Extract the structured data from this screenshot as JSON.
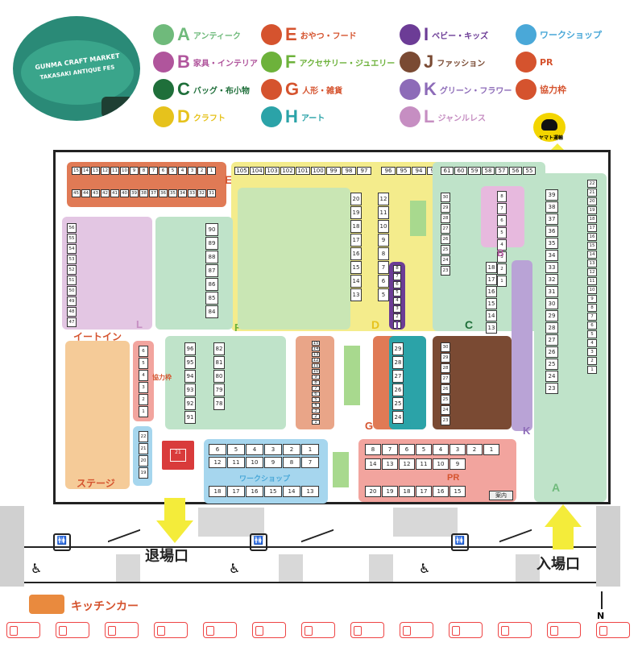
{
  "event_logo": {
    "line1": "GUNMA CRAFT MARKET",
    "line2": "TAKASAKI ANTIQUE FES"
  },
  "legend": [
    {
      "letter": "A",
      "label": "アンティーク",
      "color": "#6fba7b"
    },
    {
      "letter": "B",
      "label": "家具・インテリア",
      "color": "#b0559c"
    },
    {
      "letter": "C",
      "label": "バッグ・布小物",
      "color": "#1f6f3a"
    },
    {
      "letter": "D",
      "label": "クラフト",
      "color": "#e6c21c"
    },
    {
      "letter": "E",
      "label": "おやつ・フード",
      "color": "#d5532e"
    },
    {
      "letter": "F",
      "label": "アクセサリー・ジュエリー",
      "color": "#6db23b"
    },
    {
      "letter": "G",
      "label": "人形・雑貨",
      "color": "#d5532e"
    },
    {
      "letter": "H",
      "label": "アート",
      "color": "#2ba3a8"
    },
    {
      "letter": "I",
      "label": "ベビー・キッズ",
      "color": "#6c3c96"
    },
    {
      "letter": "J",
      "label": "ファッション",
      "color": "#7a4a33"
    },
    {
      "letter": "K",
      "label": "グリーン・フラワー",
      "color": "#8d6bb8"
    },
    {
      "letter": "L",
      "label": "ジャンルレス",
      "color": "#c68ec2"
    }
  ],
  "legend_extra": [
    {
      "label": "ワークショップ",
      "color": "#4aa8d8",
      "icon": "puzzle-icon"
    },
    {
      "label": "PR",
      "color": "#d5532e",
      "icon": "megaphone-icon"
    },
    {
      "label": "協力枠",
      "color": "#d5532e",
      "icon": "balloon-icon"
    }
  ],
  "yamato_label": "ヤマト運輸",
  "zones": {
    "eat_in": "イートイン",
    "stage": "ステージ",
    "kyouryoku": "協力枠",
    "workshop": "ワークショップ",
    "pr": "PR",
    "info": "案内",
    "exit": "退場口",
    "entrance": "入場口",
    "kitchen_car": "キッチンカー",
    "north": "N"
  },
  "booth_letters": {
    "A": "A",
    "B": "B",
    "C": "C",
    "D": "D",
    "E": "E",
    "F": "F",
    "G": "G",
    "H": "H",
    "I": "I",
    "J": "J",
    "K": "K",
    "L": "L"
  },
  "colors": {
    "A": "#bfe3c9",
    "B": "#e7b9de",
    "C": "#1f6f3a",
    "D": "#f4ec8c",
    "E": "#e07a55",
    "F": "#8dc66b",
    "H": "#2ba3a8",
    "I": "#6c3c96",
    "J": "#7a4a33",
    "K": "#b9a3d6",
    "L": "#e3c6e3",
    "workshop": "#a6d6ee",
    "pr": "#f2a49e",
    "stage": "#f5cb98"
  },
  "stalls": {
    "E_top": [
      "15",
      "14",
      "13",
      "12",
      "11",
      "10",
      "9",
      "8",
      "7",
      "6",
      "5",
      "4",
      "3",
      "2",
      "1"
    ],
    "E_bottom": [
      "45",
      "44",
      "43",
      "42",
      "41",
      "40",
      "39",
      "38",
      "37",
      "36",
      "35",
      "34",
      "33",
      "32",
      "31"
    ],
    "D_top": [
      "105",
      "104",
      "103",
      "102",
      "101",
      "100",
      "99",
      "98",
      "97"
    ],
    "D_top2": [
      "96",
      "95",
      "94",
      "93"
    ],
    "C_top": [
      "61",
      "60",
      "59",
      "58",
      "57",
      "56",
      "55"
    ],
    "A_right": [
      "22",
      "21",
      "20",
      "19",
      "18",
      "17",
      "16",
      "15",
      "14",
      "13",
      "12",
      "11",
      "10",
      "9",
      "8",
      "7",
      "6",
      "5",
      "4",
      "3",
      "2",
      "1"
    ],
    "A_left": [
      "39",
      "38",
      "37",
      "36",
      "35",
      "34",
      "33",
      "32",
      "31",
      "30",
      "29",
      "28",
      "27",
      "26",
      "25",
      "24",
      "23"
    ],
    "workshop_row1": [
      "6",
      "5",
      "4",
      "3",
      "2",
      "1"
    ],
    "workshop_row2": [
      "12",
      "11",
      "10",
      "9",
      "8",
      "7"
    ],
    "workshop_row3": [
      "18",
      "17",
      "16",
      "15",
      "14",
      "13"
    ],
    "pr_row1": [
      "8",
      "7",
      "6",
      "5",
      "4",
      "3",
      "2",
      "1"
    ],
    "pr_row2": [
      "14",
      "13",
      "12",
      "11",
      "10",
      "9"
    ],
    "pr_row3": [
      "20",
      "19",
      "18",
      "17",
      "16",
      "15"
    ],
    "kyouryoku": [
      "6",
      "5",
      "4",
      "3",
      "2",
      "1"
    ],
    "stage_side": [
      "22",
      "21",
      "20",
      "19"
    ],
    "B_col": [
      "8",
      "7",
      "6",
      "5",
      "4",
      "3",
      "2",
      "1"
    ],
    "I_col": [
      "8",
      "7",
      "6",
      "5",
      "4",
      "3",
      "2",
      "1"
    ],
    "L_col": [
      "56",
      "55",
      "54",
      "53",
      "52",
      "51",
      "50",
      "49",
      "48",
      "47"
    ],
    "F_col": [
      "90",
      "89",
      "88",
      "87",
      "86",
      "85",
      "84"
    ],
    "F_col2": [
      "96",
      "95",
      "94",
      "93",
      "92",
      "91"
    ],
    "F_col3": [
      "82",
      "81",
      "80",
      "79",
      "78"
    ],
    "D_col": [
      "20",
      "19",
      "18",
      "17",
      "16",
      "15",
      "14",
      "13"
    ],
    "D_col2": [
      "12",
      "11",
      "10",
      "9",
      "8",
      "7",
      "6",
      "5"
    ],
    "H_col": [
      "29",
      "28",
      "27",
      "26",
      "25",
      "24"
    ],
    "J_col": [
      "30",
      "29",
      "28",
      "27",
      "26",
      "25",
      "24",
      "23"
    ],
    "C_col": [
      "30",
      "29",
      "28",
      "27",
      "26",
      "25",
      "24",
      "23"
    ],
    "C_col2": [
      "18",
      "17",
      "16",
      "15",
      "14",
      "13"
    ],
    "G_col": [
      "15",
      "14",
      "13",
      "12",
      "11",
      "10",
      "9",
      "8",
      "7",
      "6",
      "5",
      "4",
      "3",
      "2",
      "1"
    ],
    "red_booth": "21"
  }
}
